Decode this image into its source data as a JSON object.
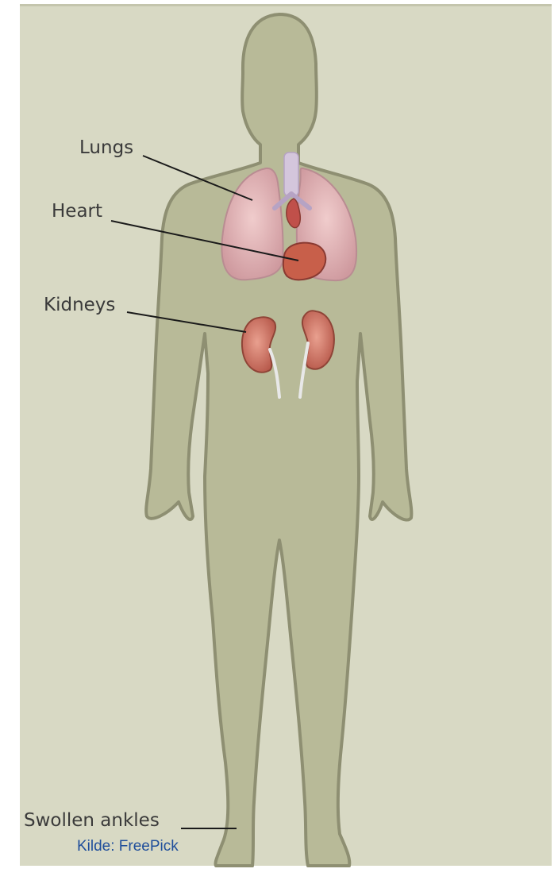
{
  "labels": {
    "lungs": "Lungs",
    "heart": "Heart",
    "kidneys": "Kidneys",
    "swollen_ankles": "Swollen ankles"
  },
  "caption": "Kilde: FreePick",
  "colors": {
    "background": "#d8d9c4",
    "body": "#b8ba98",
    "body_outline": "#8e8f72",
    "lungs": "#e6b7b7",
    "heart": "#c85f4a",
    "kidneys": "#d4786a",
    "leader_lines": "#1a1a1a",
    "caption_text": "#1f4e9b"
  }
}
